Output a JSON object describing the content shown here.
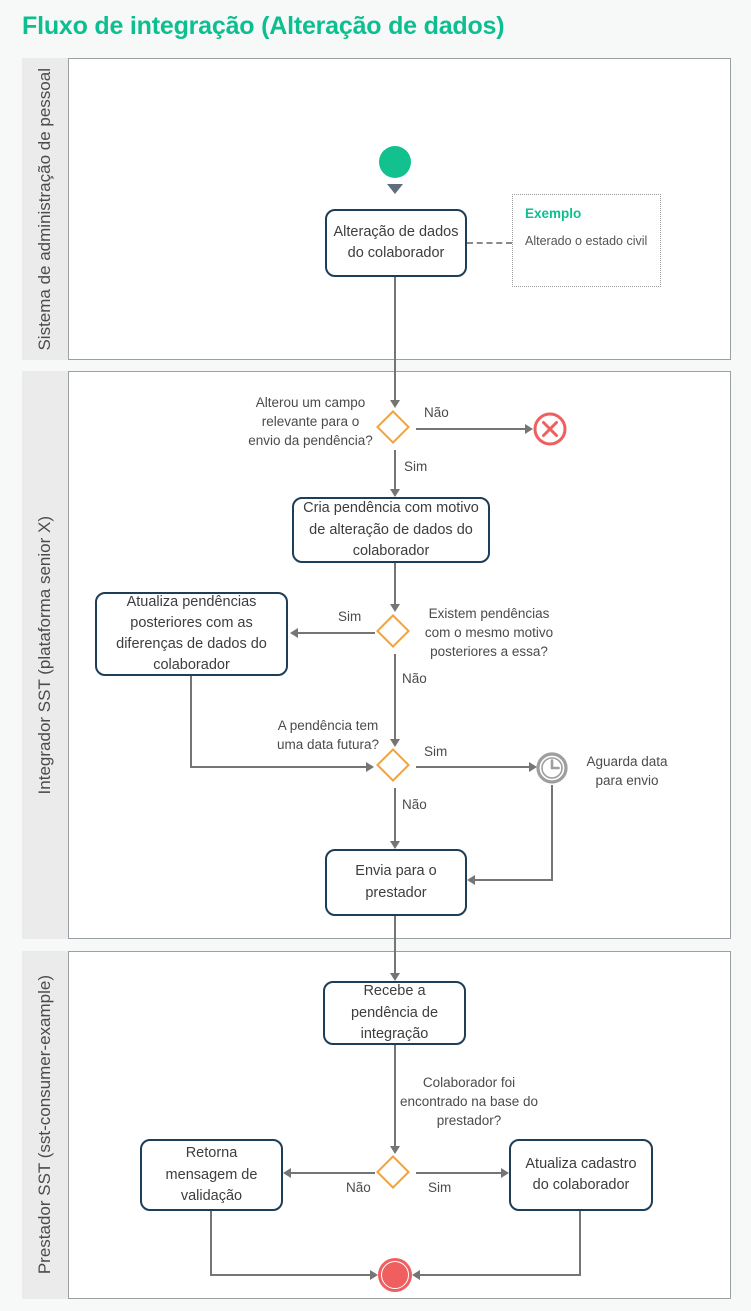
{
  "title": "Fluxo de integração (Alteração de dados)",
  "colors": {
    "accent": "#0dbf90",
    "green": "#12c18e",
    "task_border": "#1c3e59",
    "gateway": "#f1a43b",
    "line": "#757575",
    "red": "#ef5f5f",
    "lane_strip": "#ebebeb"
  },
  "lanes": [
    {
      "label": "Sistema de administração de pessoal"
    },
    {
      "label": "Integrador SST (plataforma senior X)"
    },
    {
      "label": "Prestador SST (sst-consumer-example)"
    }
  ],
  "nodes": {
    "alteracao": "Alteração de dados do colaborador",
    "cria_pendencia": "Cria pendência com motivo de alteração de dados do colaborador",
    "atualiza_pendencias": "Atualiza pendências posteriores com as diferenças de dados do colaborador",
    "envia_prestador": "Envia para o prestador",
    "recebe_pendencia": "Recebe a pendência de integração",
    "retorna_mensagem": "Retorna mensagem de validação",
    "atualiza_cadastro": "Atualiza cadastro do colaborador"
  },
  "decisions": {
    "campo_relevante": "Alterou um campo relevante para o envio da pendência?",
    "pendencias_posteriores": "Existem pendências com o mesmo motivo posteriores a essa?",
    "data_futura": "A pendência tem uma data futura?",
    "colaborador_encontrado": "Colaborador foi encontrado na base do prestador?"
  },
  "events": {
    "timer_label": "Aguarda data para envio"
  },
  "edge_labels": {
    "d1_no": "Não",
    "d1_yes": "Sim",
    "d2_yes": "Sim",
    "d2_no": "Não",
    "d3_yes": "Sim",
    "d3_no": "Não",
    "d4_no": "Não",
    "d4_yes": "Sim"
  },
  "note": {
    "title": "Exemplo",
    "body": "Alterado o estado civil"
  }
}
